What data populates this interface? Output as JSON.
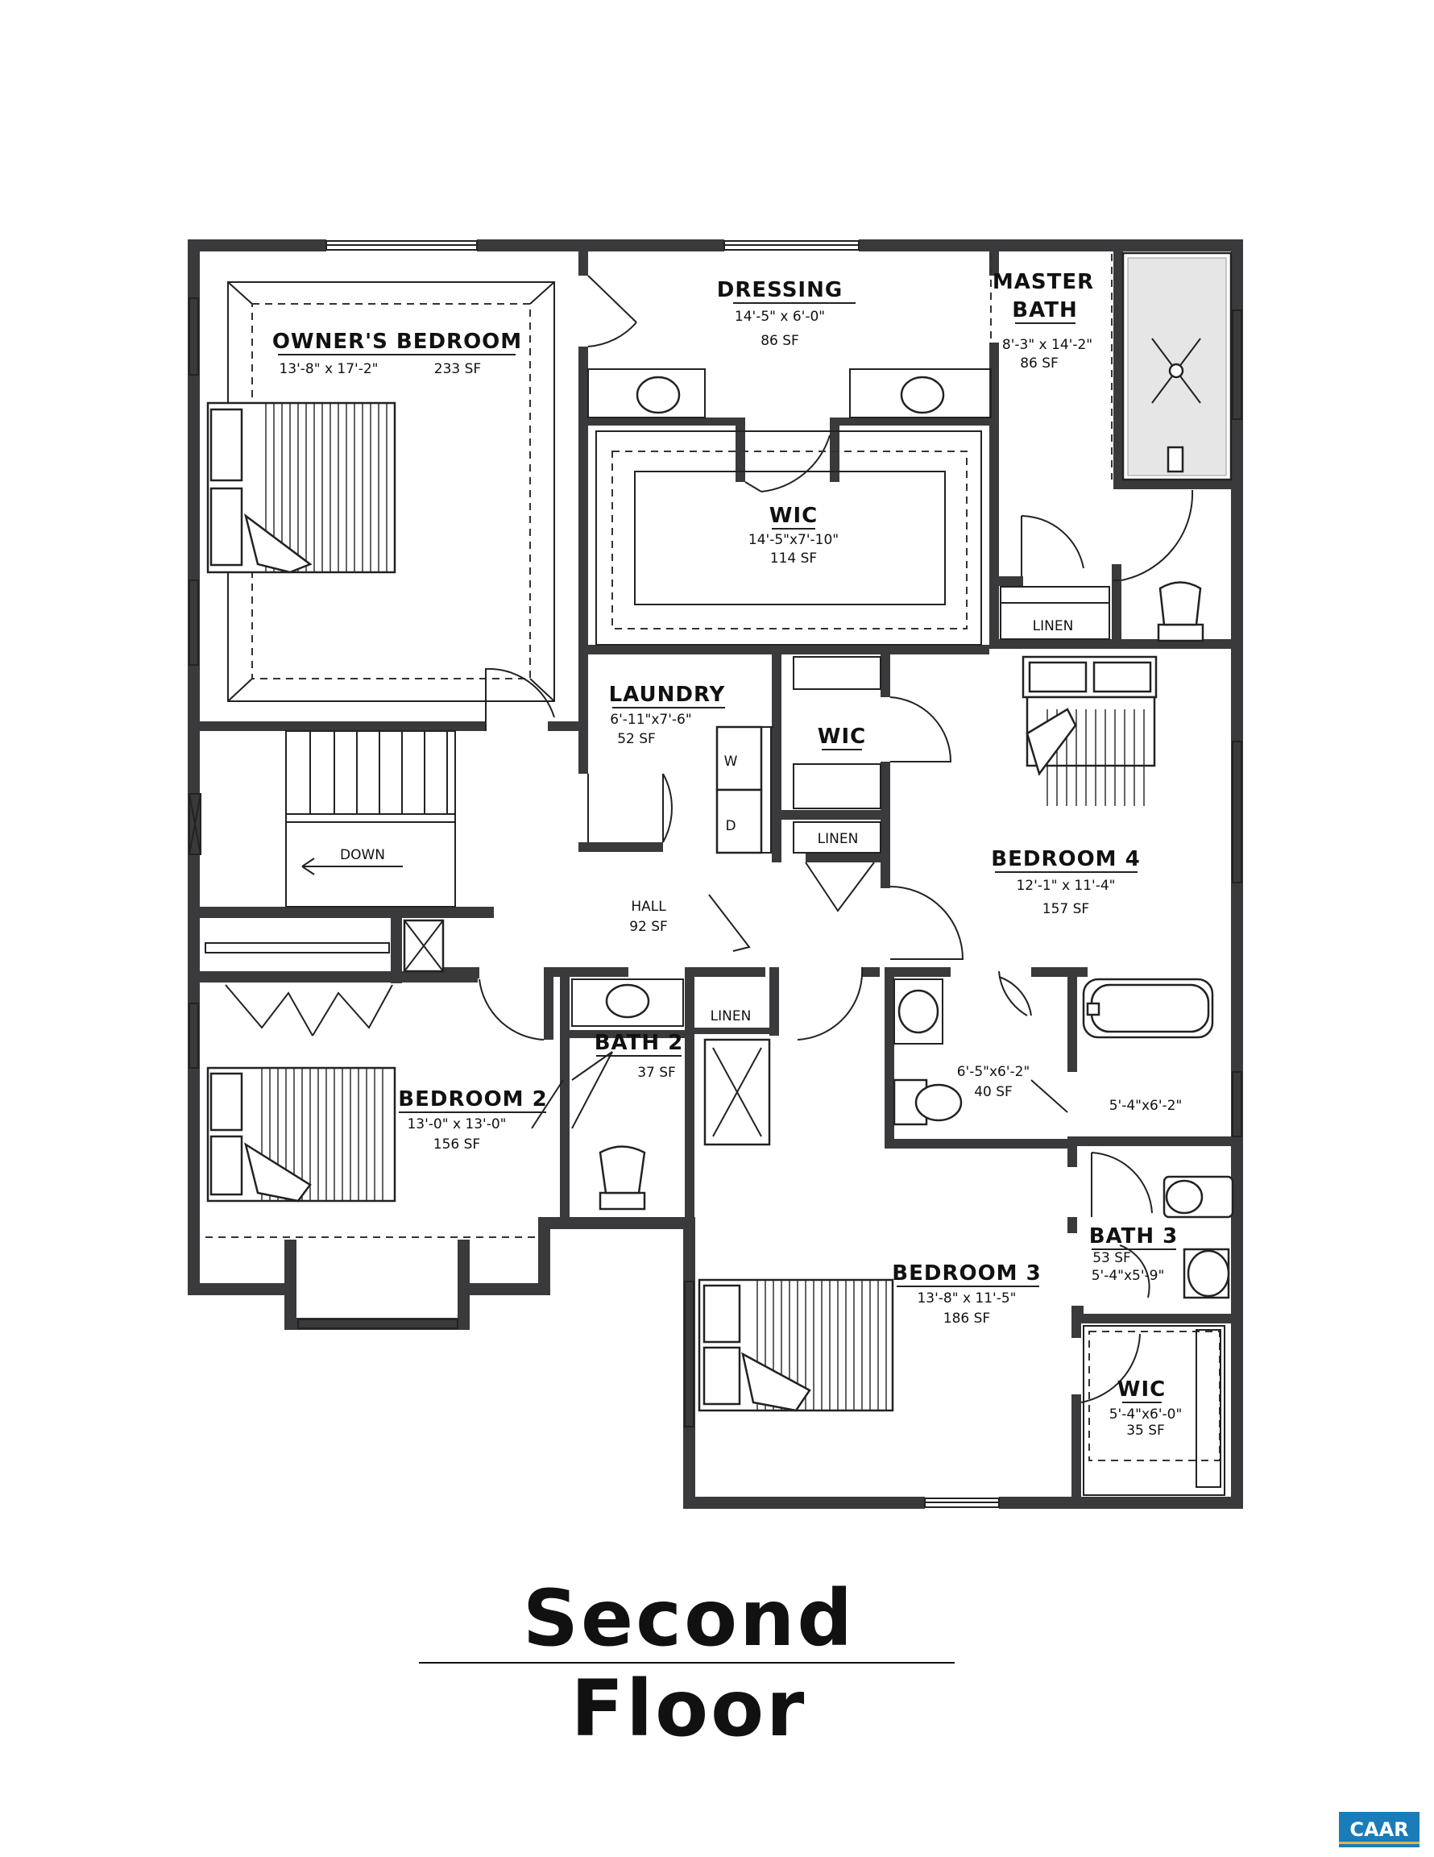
{
  "rooms": {
    "owners_bedroom": {
      "name": "OWNER'S BEDROOM",
      "dims": "13'-8\" x 17'-2\"",
      "sf": "233 SF"
    },
    "dressing": {
      "name": "DRESSING",
      "dims": "14'-5\" x 6'-0\"",
      "sf": "86 SF"
    },
    "master_bath": {
      "name1": "MASTER",
      "name2": "BATH",
      "dims": "8'-3\" x 14'-2\"",
      "sf": "86 SF"
    },
    "wic_master": {
      "name": "WIC",
      "dims": "14'-5\"x7'-10\"",
      "sf": "114 SF"
    },
    "linen_master": {
      "name": "LINEN"
    },
    "laundry": {
      "name": "LAUNDRY",
      "dims": "6'-11\"x7'-6\"",
      "sf": "52 SF"
    },
    "wic_bed4": {
      "name": "WIC"
    },
    "linen_hall": {
      "name": "LINEN"
    },
    "bedroom4": {
      "name": "BEDROOM 4",
      "dims": "12'-1\" x 11'-4\"",
      "sf": "157 SF"
    },
    "stairs": {
      "name": "DOWN"
    },
    "hall": {
      "name": "HALL",
      "sf": "92 SF"
    },
    "bath2": {
      "name": "BATH 2",
      "sf": "37 SF"
    },
    "linen_bath2": {
      "name": "LINEN"
    },
    "bedroom2": {
      "name": "BEDROOM 2",
      "dims": "13'-0\" x 13'-0\"",
      "sf": "156 SF"
    },
    "bath_vanity": {
      "dims": "6'-5\"x6'-2\"",
      "sf": "40 SF"
    },
    "bath_tub": {
      "dims": "5'-4\"x6'-2\""
    },
    "bath3": {
      "name": "BATH 3",
      "sf": "53 SF",
      "dims": "5'-4\"x5'-9\""
    },
    "bedroom3": {
      "name": "BEDROOM 3",
      "dims": "13'-8\" x 11'-5\"",
      "sf": "186 SF"
    },
    "wic_bed3": {
      "name": "WIC",
      "dims": "5'-4\"x6'-0\"",
      "sf": "35 SF"
    },
    "washer": {
      "label": "W"
    },
    "dryer": {
      "label": "D"
    }
  },
  "floor_title": "Second Floor",
  "logo": "CAAR",
  "colors": {
    "wall": "#3a3a3c",
    "logo": "#1a7cb8"
  }
}
